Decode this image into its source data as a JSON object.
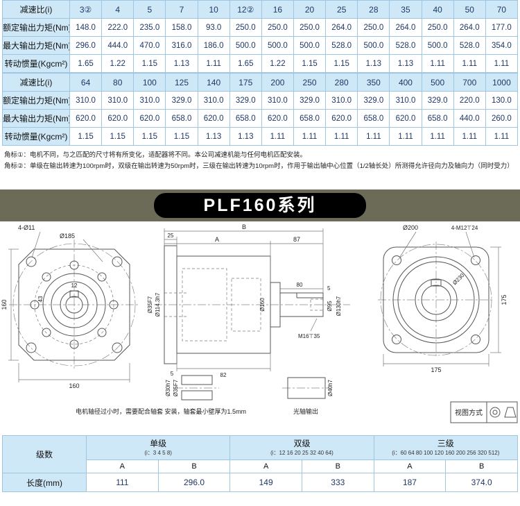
{
  "spec_tables": {
    "table1": {
      "rows": [
        {
          "header": true,
          "cells": [
            "减速比(i)",
            "3②",
            "4",
            "5",
            "7",
            "10",
            "12②",
            "16",
            "20",
            "25",
            "28",
            "35",
            "40",
            "50",
            "70"
          ]
        },
        {
          "cells": [
            "额定输出力矩(Nm)",
            "148.0",
            "222.0",
            "235.0",
            "158.0",
            "93.0",
            "250.0",
            "250.0",
            "250.0",
            "264.0",
            "250.0",
            "264.0",
            "250.0",
            "264.0",
            "177.0"
          ]
        },
        {
          "cells": [
            "最大输出力矩(Nm)",
            "296.0",
            "444.0",
            "470.0",
            "316.0",
            "186.0",
            "500.0",
            "500.0",
            "500.0",
            "528.0",
            "500.0",
            "528.0",
            "500.0",
            "528.0",
            "354.0"
          ]
        },
        {
          "cells": [
            "转动惯量(Kgcm²)",
            "1.65",
            "1.22",
            "1.15",
            "1.13",
            "1.11",
            "1.65",
            "1.22",
            "1.15",
            "1.15",
            "1.13",
            "1.13",
            "1.11",
            "1.11",
            "1.11"
          ]
        }
      ]
    },
    "table2": {
      "rows": [
        {
          "header": true,
          "cells": [
            "减速比(i)",
            "64",
            "80",
            "100",
            "125",
            "140",
            "175",
            "200",
            "250",
            "280",
            "350",
            "400",
            "500",
            "700",
            "1000"
          ]
        },
        {
          "cells": [
            "额定输出力矩(Nm)",
            "310.0",
            "310.0",
            "310.0",
            "329.0",
            "310.0",
            "329.0",
            "310.0",
            "329.0",
            "310.0",
            "329.0",
            "310.0",
            "329.0",
            "220.0",
            "130.0"
          ]
        },
        {
          "cells": [
            "最大输出力矩(Nm)",
            "620.0",
            "620.0",
            "620.0",
            "658.0",
            "620.0",
            "658.0",
            "620.0",
            "658.0",
            "620.0",
            "658.0",
            "620.0",
            "658.0",
            "440.0",
            "260.0"
          ]
        },
        {
          "cells": [
            "转动惯量(Kgcm²)",
            "1.15",
            "1.15",
            "1.15",
            "1.15",
            "1.13",
            "1.13",
            "1.11",
            "1.11",
            "1.11",
            "1.11",
            "1.11",
            "1.11",
            "1.11",
            "1.11"
          ]
        }
      ]
    }
  },
  "notes": {
    "note1": "角标①：电机不同，与之匹配的尺寸将有所变化，适配器将不同。本公司减速机能与任何电机匹配安装。",
    "note2": "角标②：单级在输出转速为100rpm时，双级在输出转速为50rpm时，三级在输出转速为10rpm时，作用于输出轴中心位置（1/2轴长处）所测得允许径向力及轴向力（同时受力）"
  },
  "banner": {
    "title": "PLF160系列",
    "strip_color": "#6b6b58",
    "pill_color": "#000000",
    "text_color": "#ffffff"
  },
  "drawing": {
    "front": {
      "corner_holes": "4-Ø11",
      "bolt_circle": "Ø185",
      "height": "160",
      "width": "160",
      "key_width": "12",
      "dim_43": "43"
    },
    "side": {
      "flange_thk": "25",
      "total_len": "B",
      "body_len": "A",
      "out_len": "87",
      "shaft_len": "80",
      "gap5a": "5",
      "body_dia": "Ø160",
      "pilot": "Ø114.3h7",
      "bore": "Ø35F7",
      "boss": "Ø95",
      "out_pilot": "Ø130h7",
      "tap": "M16⊤35",
      "dim82": "82",
      "gap5b": "5"
    },
    "rear": {
      "bolt_circle": "Ø200",
      "corner_tap": "4-M12⊤24",
      "width": "175",
      "height": "175",
      "dia": "Ø230"
    },
    "bushing": {
      "od": "Ø30h7",
      "bore": "Ø35F7",
      "note": "电机轴径过小时，需要配合轴套 安装，轴套最小壁厚为1.5mm"
    },
    "plain_shaft": {
      "dia": "Ø40h7",
      "label": "光轴输出"
    },
    "view_method": {
      "label": "视图方式"
    }
  },
  "dimension_table": {
    "col_stage": "级数",
    "sub_a": "A",
    "sub_b": "B",
    "row_label": "长度(mm)",
    "groups": [
      {
        "name": "单级",
        "ratios": "(i：3 4 5 8)",
        "A": "111",
        "B": "296.0"
      },
      {
        "name": "双级",
        "ratios": "(i：12 16 20 25 32 40 64)",
        "A": "149",
        "B": "333"
      },
      {
        "name": "三级",
        "ratios": "(i：60 64 80 100 120 160 200 256 320 512)",
        "A": "187",
        "B": "374.0"
      }
    ]
  }
}
